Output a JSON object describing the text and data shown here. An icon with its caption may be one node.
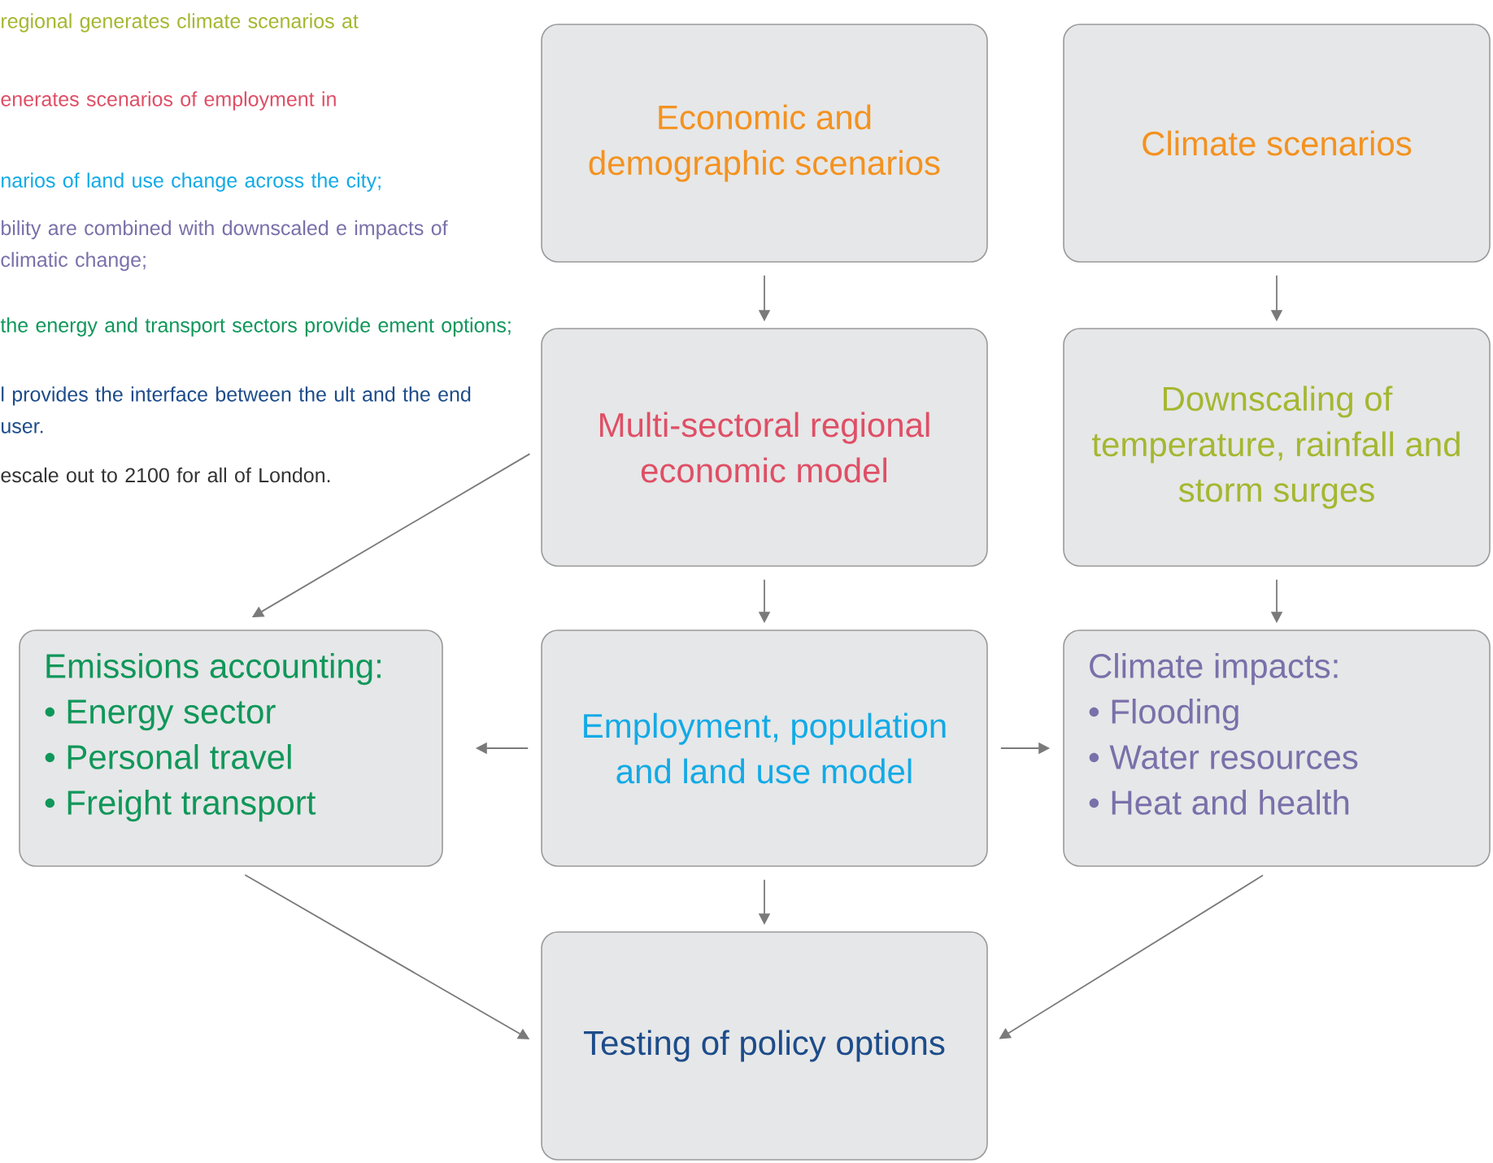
{
  "diagram": {
    "nodes": [
      {
        "text": [
          "Economic and demographic scenarios"
        ]
      },
      {
        "text": [
          "Climate scenarios"
        ]
      },
      {
        "text": [
          "Multi-sectoral regional economic model"
        ]
      },
      {
        "text": [
          "Downscaling of temperature, rainfall and storm surges"
        ]
      },
      {
        "text": [
          "Emissions accounting:",
          "• Energy sector",
          "• Personal travel",
          "• Freight transport"
        ]
      },
      {
        "text": [
          "Employment, population and land use model"
        ]
      },
      {
        "text": [
          "Climate impacts:",
          "• Flooding",
          "• Water resources",
          "• Heat and health"
        ]
      },
      {
        "text": [
          "Testing of policy options"
        ]
      }
    ],
    "edges": [
      {
        "from": 0,
        "to": 2,
        "arrow": "to"
      },
      {
        "from": 1,
        "to": 3,
        "arrow": "to"
      },
      {
        "from": 2,
        "to": 4,
        "arrow": "to"
      },
      {
        "from": 2,
        "to": 5,
        "arrow": "to"
      },
      {
        "from": 3,
        "to": 6,
        "arrow": "to"
      },
      {
        "from": 5,
        "to": 4,
        "arrow": "to"
      },
      {
        "from": 5,
        "to": 6,
        "arrow": "to"
      },
      {
        "from": 5,
        "to": 7,
        "arrow": "to"
      },
      {
        "from": 4,
        "to": 7,
        "arrow": "to"
      },
      {
        "from": 6,
        "to": 7,
        "arrow": "to"
      }
    ],
    "labels": [
      "regional generates climate scenarios at",
      "enerates scenarios of employment in",
      "narios of land use change across the city;",
      "bility are combined with downscaled e impacts of climatic change;",
      "the energy and transport sectors provide ement options;",
      "l provides the interface between the ult and the end user.",
      "escale out to 2100 for all of London."
    ]
  }
}
